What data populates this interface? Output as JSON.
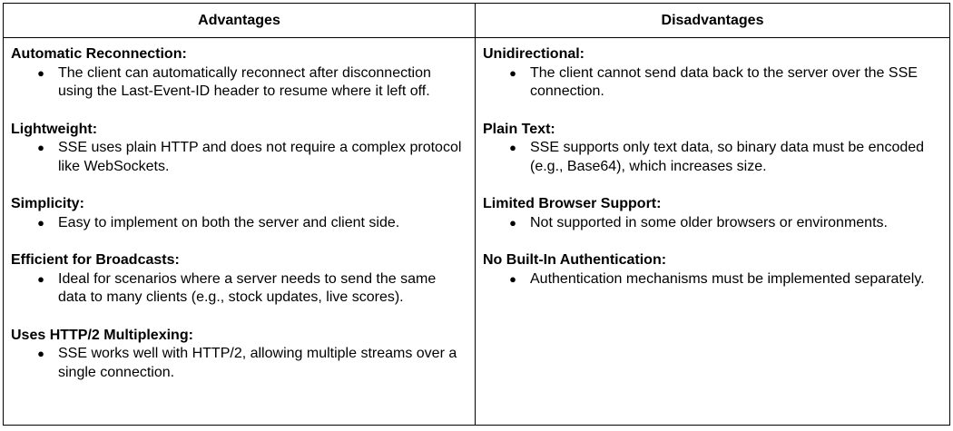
{
  "table": {
    "headers": {
      "advantages": "Advantages",
      "disadvantages": "Disadvantages"
    },
    "bullet_glyph": "●",
    "advantages": [
      {
        "title": "Automatic Reconnection:",
        "bullet": "The client can automatically reconnect after disconnection using the Last-Event-ID header to resume where it left off."
      },
      {
        "title": "Lightweight:",
        "bullet": "SSE uses plain HTTP and does not require a complex protocol like WebSockets."
      },
      {
        "title": "Simplicity:",
        "bullet": "Easy to implement on both the server and client side."
      },
      {
        "title": "Efficient for Broadcasts:",
        "bullet": "Ideal for scenarios where a server needs to send the same data to many clients (e.g., stock updates, live scores)."
      },
      {
        "title": "Uses HTTP/2 Multiplexing:",
        "bullet": "SSE works well with HTTP/2, allowing multiple streams over a single connection."
      }
    ],
    "disadvantages": [
      {
        "title": "Unidirectional:",
        "bullet": "The client cannot send data back to the server over the SSE connection."
      },
      {
        "title": "Plain Text:",
        "bullet": "SSE supports only text data, so binary data must be encoded (e.g., Base64), which increases size."
      },
      {
        "title": "Limited Browser Support:",
        "bullet": "Not supported in some older browsers or environments."
      },
      {
        "title": "No Built-In Authentication:",
        "bullet": "Authentication mechanisms must be implemented separately."
      }
    ]
  }
}
